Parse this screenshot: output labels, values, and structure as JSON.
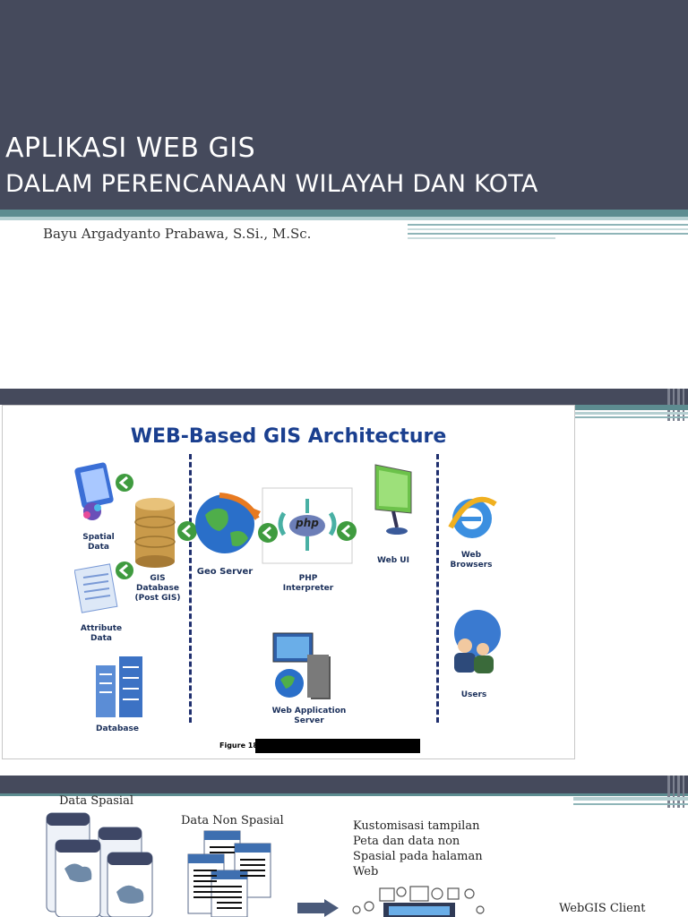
{
  "slide1": {
    "title_line1": "APLIKASI WEB GIS",
    "title_line2": "DALAM PERENCANAAN WILAYAH DAN KOTA",
    "author": "Bayu Argadyanto Prabawa, S.Si., M.Sc."
  },
  "slide2": {
    "figure_title": "WEB-Based GIS Architecture",
    "labels": {
      "spatial_data": "Spatial Data",
      "gis_database": "GIS Database (Post GIS)",
      "attribute_data": "Attribute Data",
      "database": "Database",
      "geo_server": "Geo Server",
      "php_interpreter": "PHP Interpreter",
      "php_logo": "php",
      "web_ui": "Web UI",
      "web_application_server": "Web Application Server",
      "web_browsers": "Web Browsers",
      "users": "Users"
    },
    "caption": "Figure 18"
  },
  "slide3": {
    "data_spasial": "Data Spasial",
    "data_non_spasial": "Data Non Spasial",
    "kustomisasi": "Kustomisasi tampilan Peta dan data non Spasial pada halaman Web",
    "webgis_client": "WebGIS Client"
  },
  "colors": {
    "dark_bar": "#454a5c",
    "teal": "#5d8c90",
    "figure_title": "#1a3f8f"
  }
}
